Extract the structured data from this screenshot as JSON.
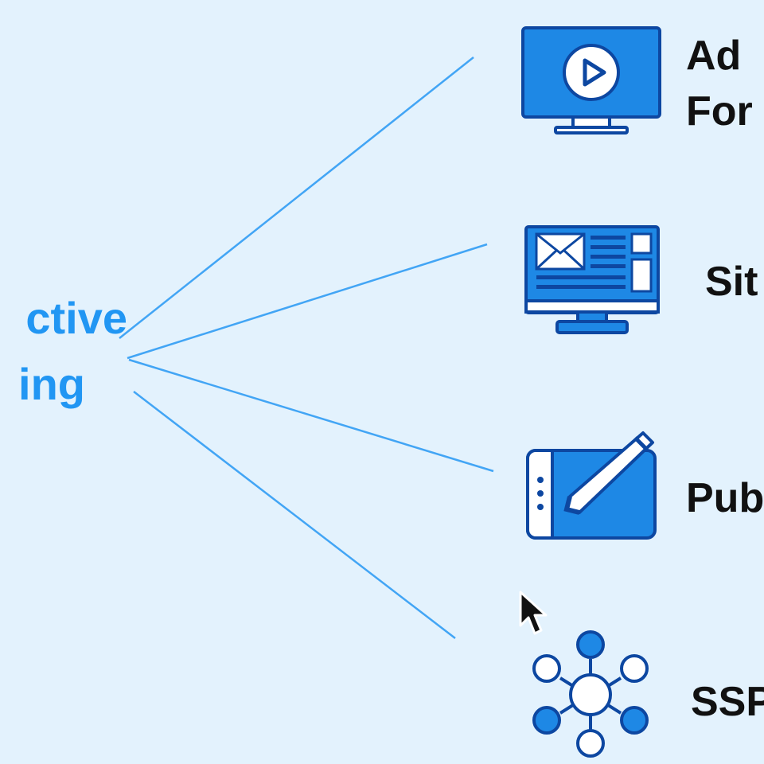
{
  "center": {
    "line1": "ctive",
    "line2": "ing"
  },
  "nodes": [
    {
      "label_line1": "Ad",
      "label_line2": "For",
      "icon": "monitor-play-icon"
    },
    {
      "label_line1": "Sit",
      "icon": "desktop-layout-icon"
    },
    {
      "label_line1": "Pub",
      "icon": "tablet-pen-icon"
    },
    {
      "label_line1": "SSP",
      "icon": "network-hub-icon"
    }
  ],
  "colors": {
    "background": "#e3f2fd",
    "accent": "#2196f3",
    "icon_fill": "#1e88e5",
    "icon_outline": "#0d47a1",
    "connector": "#42a5f5",
    "text": "#111111"
  },
  "cursor": {
    "icon": "mouse-pointer-icon"
  }
}
